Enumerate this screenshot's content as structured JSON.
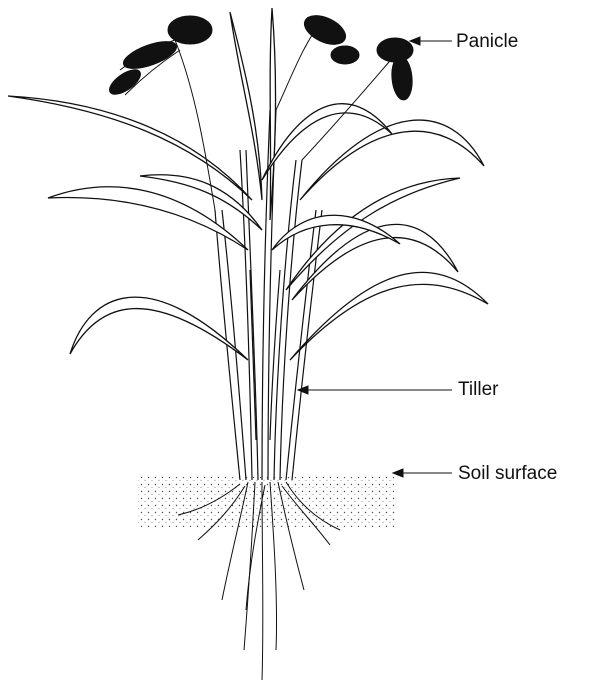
{
  "figure": {
    "labels": {
      "panicle": "Panicle",
      "tiller": "Tiller",
      "soil_surface": "Soil surface"
    }
  },
  "colors": {
    "ink": "#111111",
    "background": "#ffffff"
  }
}
